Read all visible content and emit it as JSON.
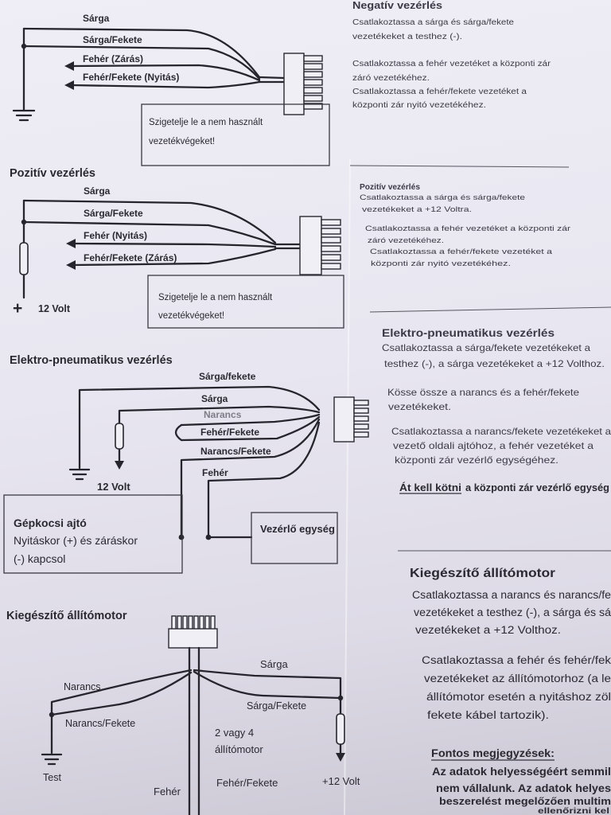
{
  "colors": {
    "paper": "#e9e7f0",
    "ink": "#26252d"
  },
  "negativ": {
    "heading": "Negatív vezérlés",
    "wires": [
      "Sárga",
      "Sárga/Fekete",
      "Fehér (Zárás)",
      "Fehér/Fekete (Nyitás)"
    ],
    "note": [
      "Szigetelje le a nem használt",
      "vezetékvégeket!"
    ],
    "instructions": [
      "Csatlakoztassa a sárga és sárga/fekete",
      "vezetékeket a testhez (-).",
      "Csatlakoztassa a fehér vezetéket a központi zár",
      "záró vezetékéhez.",
      "Csatlakoztassa a fehér/fekete vezetéket a",
      "központi zár nyitó vezetékéhez."
    ]
  },
  "pozitiv": {
    "heading": "Pozitív vezérlés",
    "wires": [
      "Sárga",
      "Sárga/Fekete",
      "Fehér (Nyitás)",
      "Fehér/Fekete (Zárás)"
    ],
    "supply": {
      "symbol": "+",
      "label": "12 Volt"
    },
    "note": [
      "Szigetelje le a nem használt",
      "vezetékvégeket!"
    ],
    "instructions": [
      "Csatlakoztassa a sárga és sárga/fekete",
      "vezetékeket a +12 Voltra.",
      "Csatlakoztassa a fehér vezetéket a központi zár",
      "záró vezetékéhez.",
      "Csatlakoztassa a fehér/fekete vezetéket a",
      "központi zár nyitó vezetékéhez."
    ]
  },
  "elektro": {
    "heading": "Elektro-pneumatikus vezérlés",
    "wires": [
      "Sárga/fekete",
      "Sárga",
      "Narancs",
      "Fehér/Fekete",
      "Narancs/Fekete",
      "Fehér"
    ],
    "supply": "12 Volt",
    "door_box": {
      "title": "Gépkocsi ajtó",
      "lines": [
        "Nyitáskor (+) és záráskor",
        "(-) kapcsol"
      ]
    },
    "control_box": "Vezérlő egység",
    "instructions": [
      "Csatlakoztassa a sárga/fekete vezetékeket a",
      "testhez (-), a sárga vezetékeket a +12 Volthoz.",
      "Kösse össze a narancs és a fehér/fekete",
      "vezetékeket.",
      "Csatlakoztassa a narancs/fekete vezetékeket a",
      "vezető oldali ajtóhoz, a fehér vezetéket a",
      "központi zár vezérlő egységéhez."
    ],
    "emphasis": {
      "underlined": "Át kell kötni",
      "rest": "a központi zár vezérlő egység"
    }
  },
  "kiegeszito": {
    "heading": "Kiegészítő állítómotor",
    "wires": {
      "sarga": "Sárga",
      "narancs": "Narancs",
      "sarga_fekete": "Sárga/Fekete",
      "narancs_fekete": "Narancs/Fekete",
      "feher": "Fehér",
      "feher_fekete": "Fehér/Fekete"
    },
    "motor": [
      "2 vagy 4",
      "állítómotor"
    ],
    "ground": "Test",
    "supply": "+12 Volt",
    "instructions": [
      "Csatlakoztassa a narancs és narancs/fe",
      "vezetékeket a testhez (-), a sárga és sá",
      "vezetékeket a +12 Volthoz.",
      "Csatlakoztassa a fehér és fehér/fek",
      "vezetékeket az állítómotorhoz (a le",
      "állítómotor esetén a nyitáshoz zöl",
      "fekete kábel tartozik)."
    ]
  },
  "notes": {
    "heading": "Fontos megjegyzések:",
    "lines": [
      "Az adatok helyességéért semmil",
      "nem vállalunk. Az adatok helyes",
      "beszerelést megelőzően multim",
      "ellenőrizni kel"
    ]
  }
}
